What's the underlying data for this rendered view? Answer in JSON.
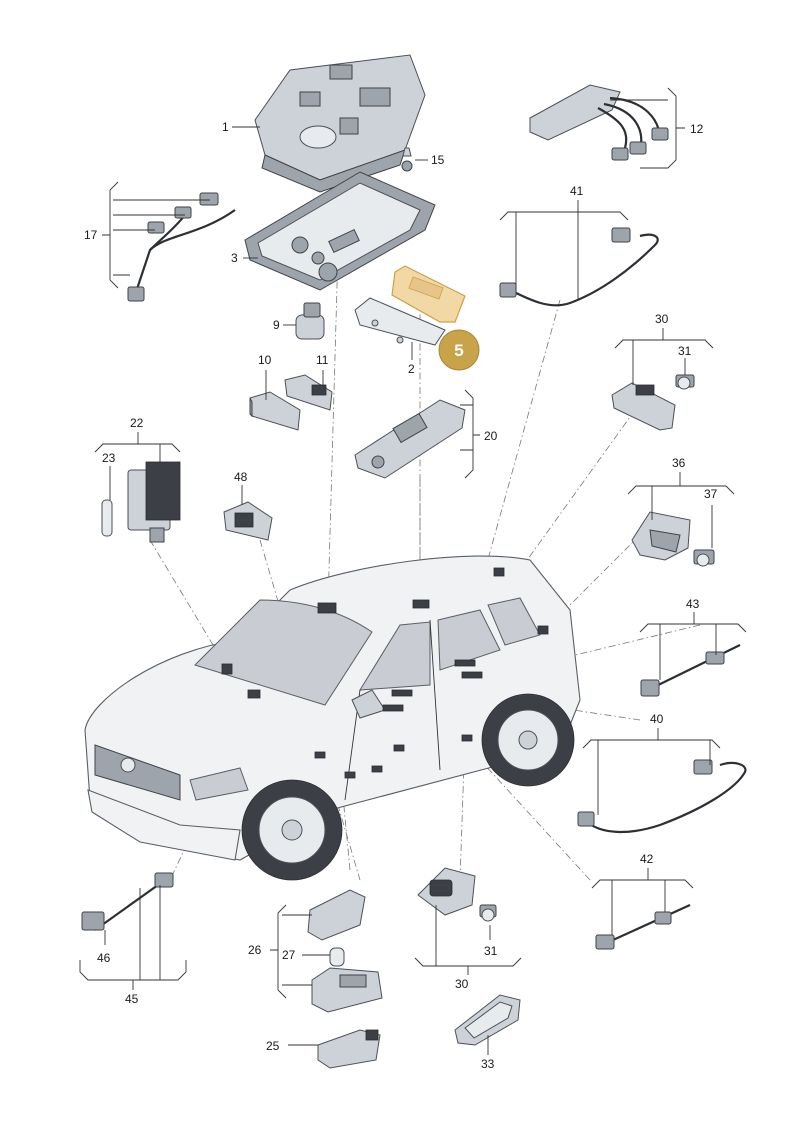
{
  "labels": {
    "p1": "1",
    "p2": "2",
    "p3": "3",
    "p9": "9",
    "p10": "10",
    "p11": "11",
    "p12": "12",
    "p15": "15",
    "p17": "17",
    "p20": "20",
    "p22": "22",
    "p23": "23",
    "p25": "25",
    "p26": "26",
    "p27": "27",
    "p30a": "30",
    "p30b": "30",
    "p31a": "31",
    "p31b": "31",
    "p33": "33",
    "p36": "36",
    "p37": "37",
    "p40": "40",
    "p41": "41",
    "p42": "42",
    "p43": "43",
    "p45": "45",
    "p46": "46",
    "p48": "48"
  },
  "highlight": {
    "label": "5",
    "color": "#c9a34a",
    "fill": "#f2d8a4"
  }
}
